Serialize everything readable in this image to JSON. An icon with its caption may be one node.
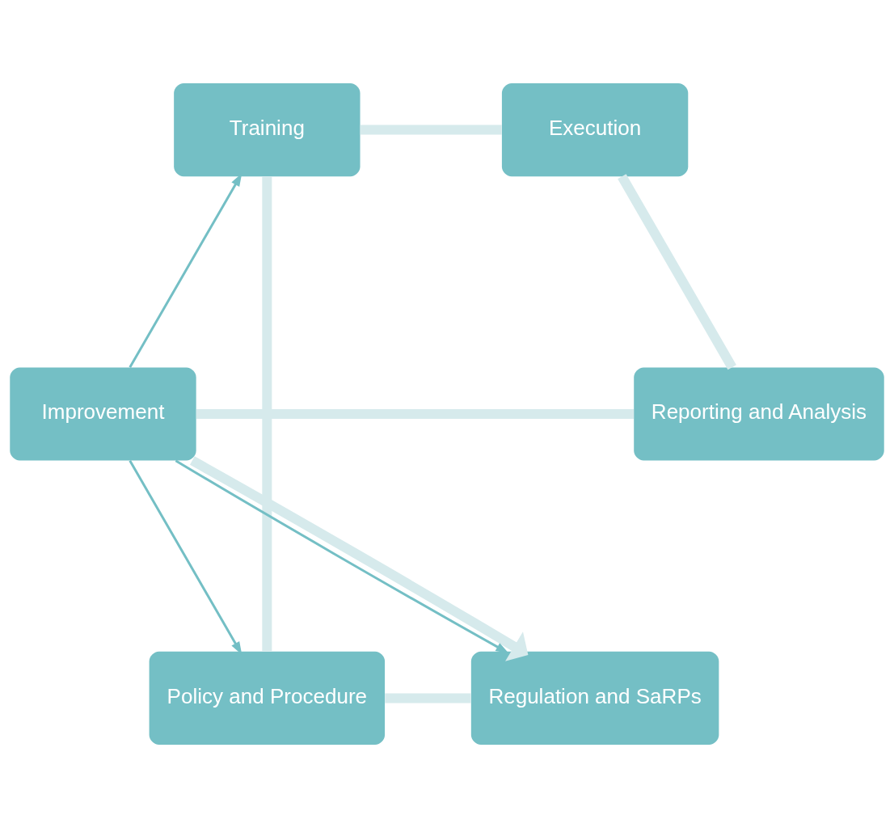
{
  "diagram": {
    "nodes": [
      {
        "text": [
          "Regulation and SaRPs"
        ]
      },
      {
        "text": [
          "Policy and Procedure"
        ]
      },
      {
        "text": [
          "Training"
        ]
      },
      {
        "text": [
          "Execution"
        ]
      },
      {
        "text": [
          "Reporting and Analysis"
        ]
      },
      {
        "text": [
          "Improvement"
        ]
      }
    ],
    "edges": [
      {
        "from": 5,
        "to": 0,
        "arrow": "to"
      },
      {
        "from": 0,
        "to": 1,
        "arrow": "none"
      },
      {
        "from": 1,
        "to": 2,
        "arrow": "none"
      },
      {
        "from": 2,
        "to": 3,
        "arrow": "none"
      },
      {
        "from": 3,
        "to": 4,
        "arrow": "none"
      },
      {
        "from": 4,
        "to": 5,
        "arrow": "none"
      },
      {
        "from": 5,
        "to": 0,
        "arrow": "to",
        "color": "#74bfc5"
      },
      {
        "from": 5,
        "to": 1,
        "arrow": "to",
        "color": "#74bfc5"
      },
      {
        "from": 5,
        "to": 2,
        "arrow": "to",
        "color": "#74bfc5"
      }
    ]
  }
}
